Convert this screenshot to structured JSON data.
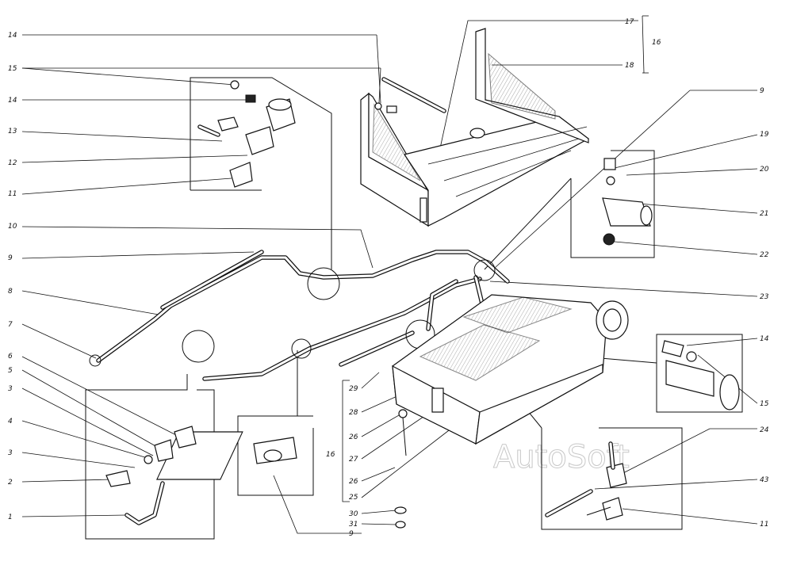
{
  "watermark": "AutoSoft",
  "callouts_left": [
    "14",
    "15",
    "14",
    "13",
    "12",
    "11",
    "10",
    "9",
    "8",
    "7",
    "6",
    "5",
    "3",
    "4",
    "3",
    "2",
    "1"
  ],
  "callouts_right": [
    "17",
    "16",
    "18",
    "9",
    "19",
    "20",
    "21",
    "22",
    "23",
    "14",
    "15",
    "24",
    "43",
    "11"
  ],
  "callouts_center": [
    "29",
    "28",
    "26",
    "27",
    "26",
    "25",
    "30",
    "31",
    "9"
  ],
  "bracket_label_16": "16"
}
